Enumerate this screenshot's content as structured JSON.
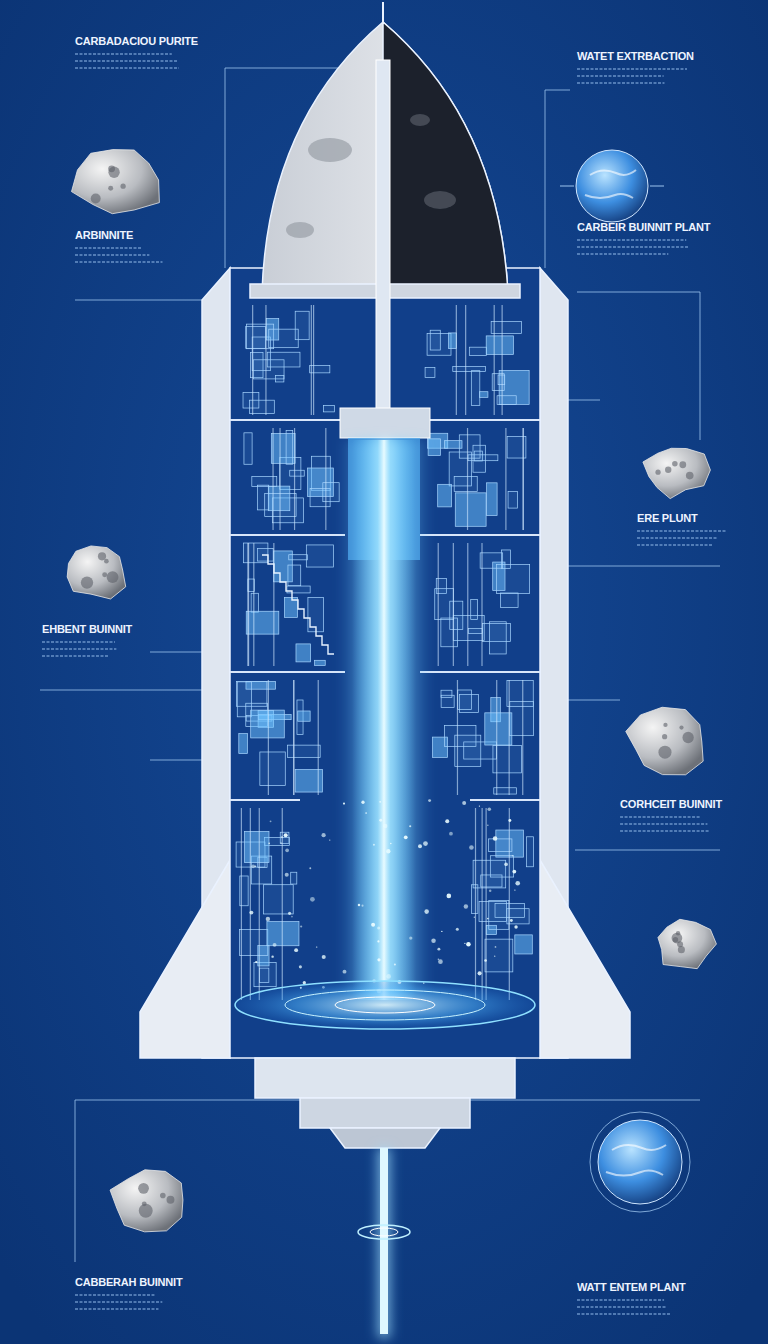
{
  "diagram": {
    "labels": [
      "CARBADACIOU PURITE",
      "WATET EXTRBACTION",
      "ARBINNITE",
      "CARBEIR BUINNIT PLANT",
      "ERE PLUNT",
      "EHBENT BUINNIT",
      "CORHCEIT BUINNIT",
      "CABBERAH BUINNIT",
      "WATT ENTEM PLANT"
    ]
  }
}
